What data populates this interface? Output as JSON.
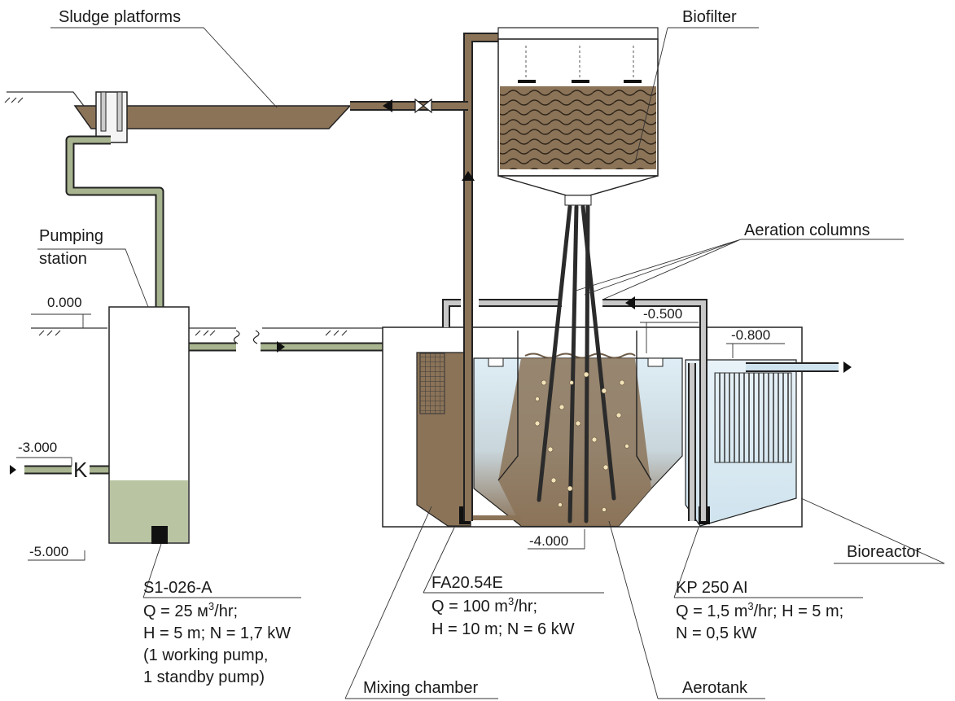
{
  "labels": {
    "sludge_platforms": "Sludge platforms",
    "biofilter": "Biofilter",
    "aeration_columns": "Aeration columns",
    "pumping_station_1": "Pumping",
    "pumping_station_2": "station",
    "bioreactor": "Bioreactor",
    "mixing_chamber": "Mixing chamber",
    "aerotank": "Aerotank"
  },
  "levels": {
    "ground": "0.000",
    "inlet": "-3.000",
    "pump_bottom": "-5.000",
    "tank_bottom": "-4.000",
    "aerotank_water": "-0.500",
    "outlet": "-0.800"
  },
  "valve_symbol": "K",
  "pumps": [
    {
      "model": "S1-026-A",
      "lines": [
        "H = 5 m; N = 1,7 kW",
        "(1 working pump,",
        "1 standby pump)"
      ],
      "flow_prefix": "Q = 25 м",
      "flow_sup": "3",
      "flow_suffix": "/hr;"
    },
    {
      "model": "FA20.54E",
      "lines": [
        "H = 10 m; N = 6 kW"
      ],
      "flow_prefix": "Q = 100 m",
      "flow_sup": "3",
      "flow_suffix": "/hr;"
    },
    {
      "model": "KP 250 AI",
      "lines": [
        "N = 0,5 kW"
      ],
      "flow_prefix": "Q = 1,5 m",
      "flow_sup": "3",
      "flow_suffix": "/hr; H = 5 m;"
    }
  ],
  "colors": {
    "pipe_green": "#a7b48f",
    "sludge_brown": "#8b7358",
    "water_blue": "#d6e8f1",
    "outline": "#222222",
    "bubble": "#f2e3b8"
  }
}
